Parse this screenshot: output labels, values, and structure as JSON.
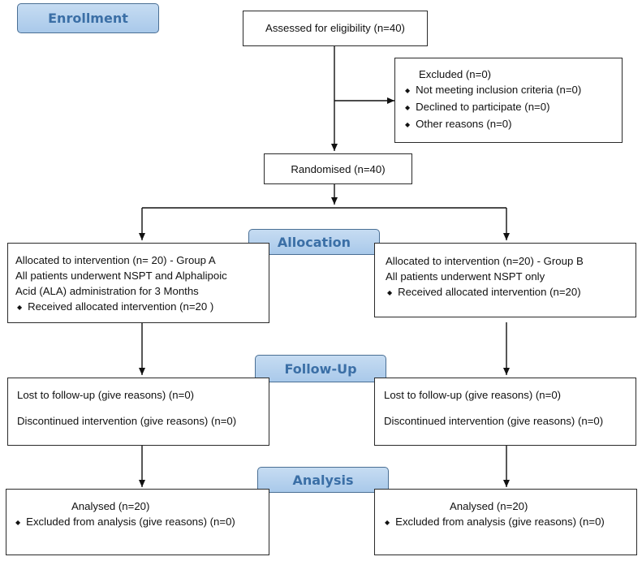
{
  "tags": {
    "enrollment": "Enrollment",
    "allocation": "Allocation",
    "followup": "Follow-Up",
    "analysis": "Analysis"
  },
  "assessed": "Assessed for eligibility (n=40)",
  "excluded": {
    "title": "Excluded (n=0)",
    "items": [
      "Not meeting inclusion criteria (n=0)",
      "Declined to participate (n=0)",
      "Other reasons (n=0)"
    ]
  },
  "randomised": "Randomised (n=40)",
  "group_a": {
    "allocation": [
      "Allocated to intervention (n= 20) - Group A",
      "All patients underwent NSPT and Alphalipoic",
      "Acid (ALA) administration for 3 Months"
    ],
    "received": "Received allocated intervention (n=20 )",
    "lost": "Lost to follow-up (give reasons) (n=0)",
    "discontinued": "Discontinued intervention (give reasons) (n=0)",
    "analysed": "Analysed (n=20)",
    "excluded_analysis": "Excluded from analysis (give reasons) (n=0)"
  },
  "group_b": {
    "allocation": [
      "Allocated to intervention (n=20) - Group B",
      "All patients underwent NSPT only"
    ],
    "received": "Received allocated intervention (n=20)",
    "lost": "Lost to follow-up (give reasons) (n=0)",
    "discontinued": "Discontinued intervention (give reasons) (n=0)",
    "analysed": "Analysed (n=20)",
    "excluded_analysis": "Excluded from analysis (give reasons) (n=0)"
  }
}
